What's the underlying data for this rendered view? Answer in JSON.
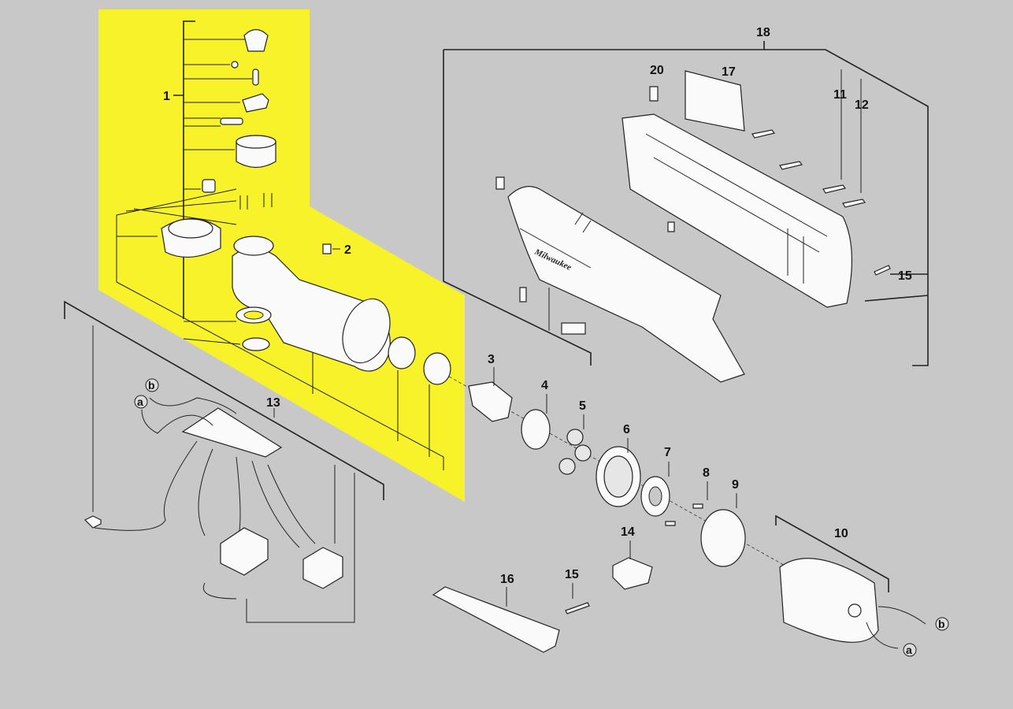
{
  "title": "Exploded parts diagram",
  "highlight_color": "#f7f22a",
  "background_color": "#c8c8c8",
  "callouts": {
    "p1": "1",
    "p2": "2",
    "p3": "3",
    "p4": "4",
    "p5": "5",
    "p6": "6",
    "p7": "7",
    "p8": "8",
    "p9": "9",
    "p10": "10",
    "p11": "11",
    "p12": "12",
    "p13": "13",
    "p14": "14",
    "p15a": "15",
    "p15b": "15",
    "p16": "16",
    "p17": "17",
    "p18": "18",
    "p20": "20"
  },
  "wire_labels": {
    "a1": "a",
    "b1": "b",
    "a2": "a",
    "b2": "b"
  },
  "logo_text": "Milwaukee"
}
